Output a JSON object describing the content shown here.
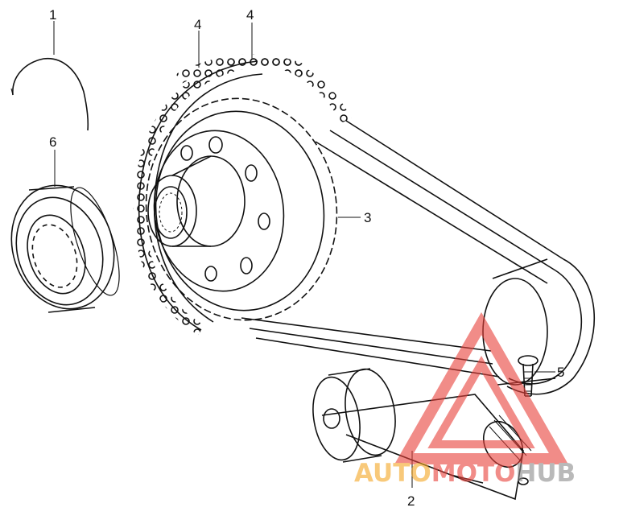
{
  "callouts": {
    "c1": "1",
    "c2": "2",
    "c3": "3",
    "c4a": "4",
    "c4b": "4",
    "c5": "5",
    "c6": "6"
  },
  "watermark": {
    "part1": "AUTO",
    "part2": "MOTO",
    "part3": "HUB",
    "color_orange": "#f5a623",
    "color_red": "#e8413a",
    "color_gray": "#8c8c8c"
  },
  "colors": {
    "ink": "#111111",
    "paper": "#ffffff"
  }
}
